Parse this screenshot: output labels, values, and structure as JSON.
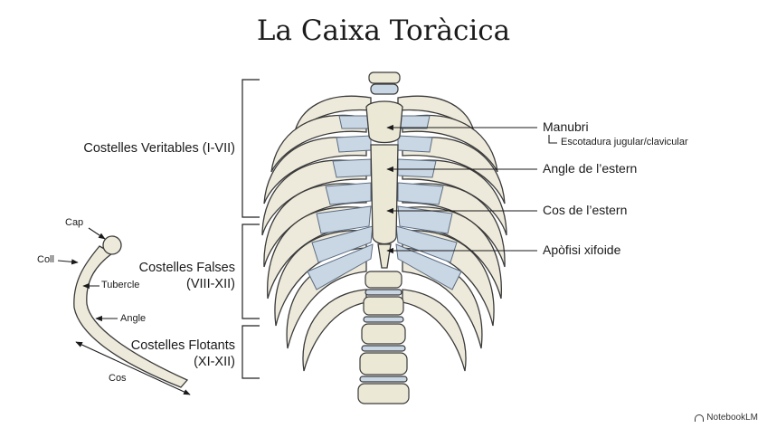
{
  "title": "La Caixa Toràcica",
  "groups": {
    "true_ribs": "Costelles Veritables (I-VII)",
    "false_ribs_line1": "Costelles Falses",
    "false_ribs_line2": "(VIII-XII)",
    "floating_ribs_line1": "Costelles Flotants",
    "floating_ribs_line2": "(XI-XII)"
  },
  "sternum_callouts": {
    "manubrium": "Manubri",
    "jugular_notch": "Escotadura jugular/clavicular",
    "sternal_angle": "Angle de l’estern",
    "body": "Cos de l’estern",
    "xiphoid": "Apòfisi xifoide"
  },
  "rib_parts": {
    "head": "Cap",
    "neck": "Coll",
    "tubercle": "Tubercle",
    "angle": "Angle",
    "shaft": "Cos"
  },
  "brand": "NotebookLM"
}
